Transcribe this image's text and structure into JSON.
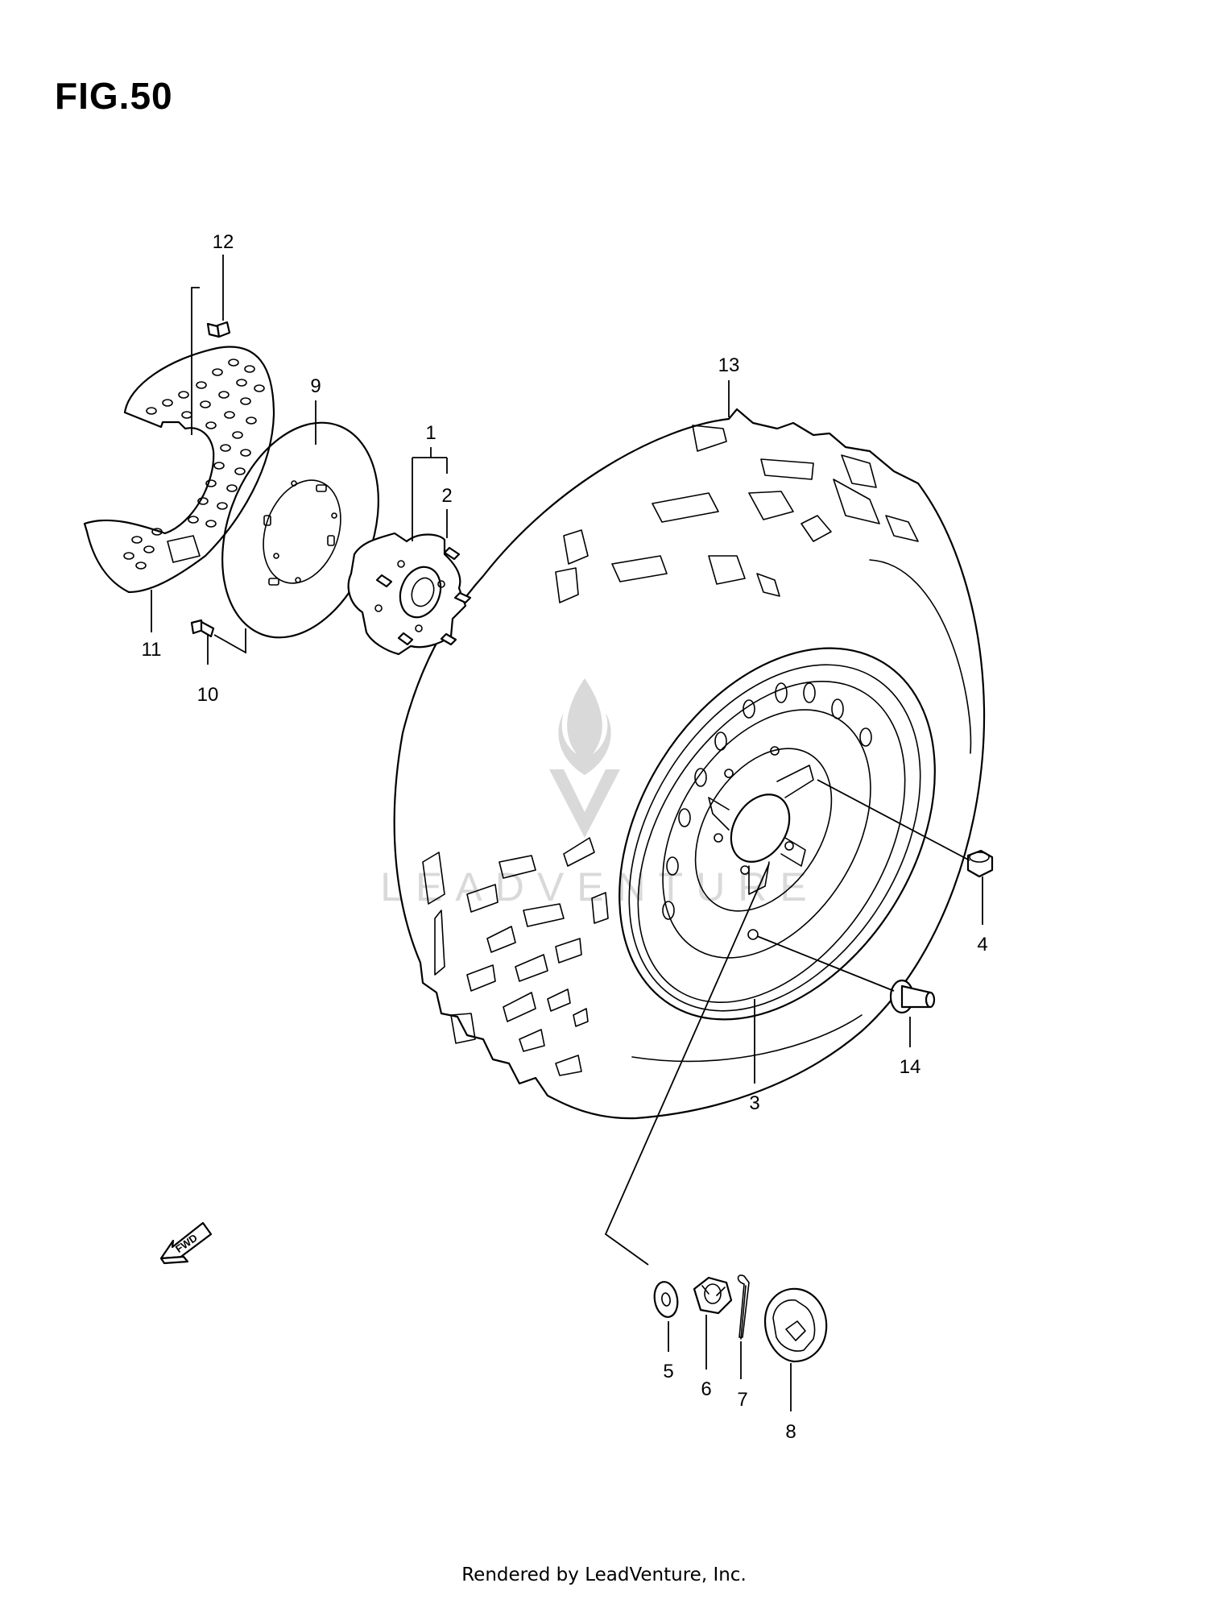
{
  "figure": {
    "title": "FIG.50"
  },
  "footer": {
    "text": "Rendered by LeadVenture, Inc."
  },
  "watermark": {
    "text": "LEADVENTURE",
    "color": "#d9d9d9"
  },
  "direction_arrow": {
    "label": "FWD"
  },
  "callouts": [
    "1",
    "2",
    "3",
    "4",
    "5",
    "6",
    "7",
    "8",
    "9",
    "10",
    "11",
    "12",
    "13",
    "14"
  ]
}
